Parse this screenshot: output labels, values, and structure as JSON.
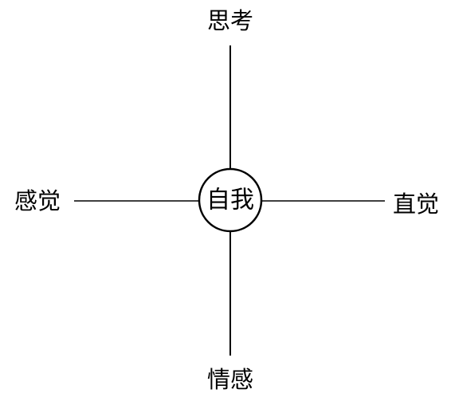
{
  "diagram": {
    "center": "自我",
    "top": "思考",
    "bottom": "情感",
    "left": "感觉",
    "right": "直觉"
  },
  "colors": {
    "line": "#000000",
    "text": "#000000",
    "background": "#ffffff"
  }
}
